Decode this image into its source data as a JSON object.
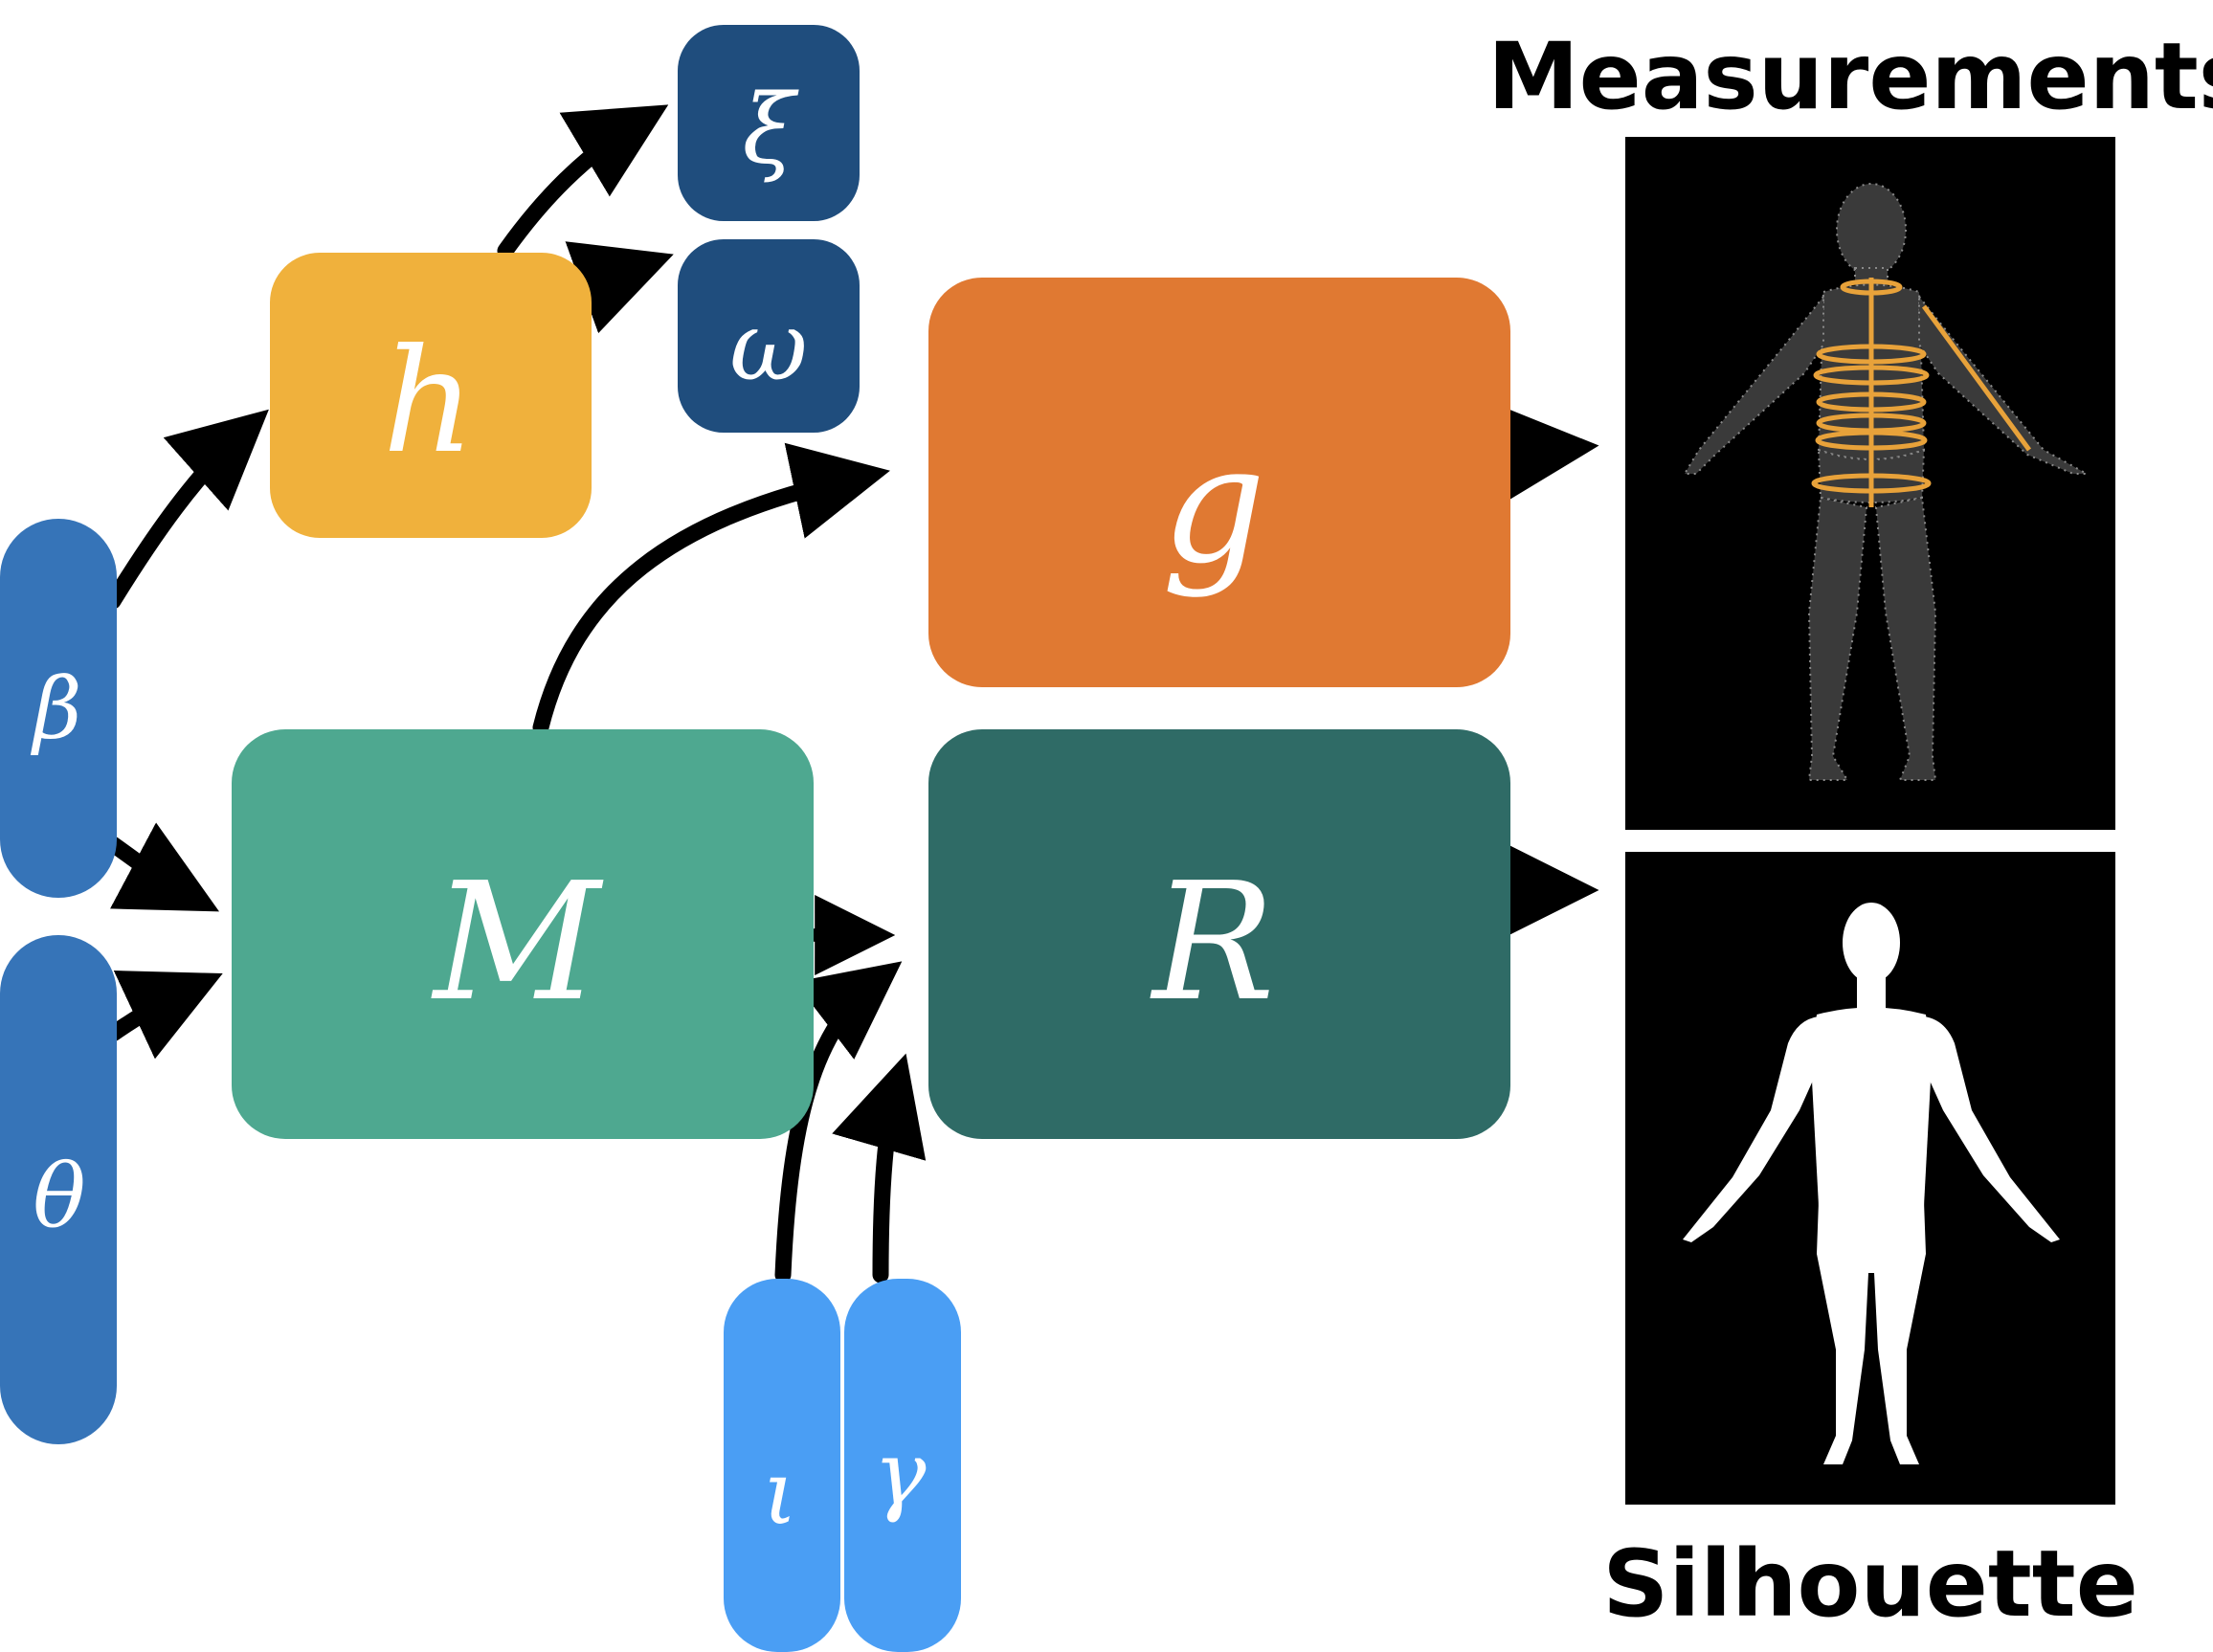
{
  "nodes": {
    "beta": {
      "label": "β",
      "color": "#3674b8"
    },
    "theta": {
      "label": "θ",
      "color": "#3674b8"
    },
    "h": {
      "label": "h",
      "color": "#f0b13c"
    },
    "xi": {
      "label": "ξ",
      "color": "#1f4d7d"
    },
    "omega": {
      "label": "ω",
      "color": "#1f4d7d"
    },
    "g": {
      "label": "g",
      "color": "#e07932"
    },
    "M": {
      "label": "M",
      "color": "#4ea890"
    },
    "R": {
      "label": "R",
      "color": "#2f6b66"
    },
    "iota": {
      "label": "ι",
      "color": "#4a9ef4"
    },
    "gamma": {
      "label": "γ",
      "color": "#4a9ef4"
    }
  },
  "outputs": {
    "measurements": {
      "title": "Measurements",
      "panel_color": "#000000",
      "highlight_color": "#e8a23a"
    },
    "silhouette": {
      "title": "Silhouette",
      "panel_color": "#000000",
      "figure_color": "#ffffff"
    }
  },
  "edges": [
    {
      "from": "beta",
      "to": "h"
    },
    {
      "from": "beta",
      "to": "M"
    },
    {
      "from": "theta",
      "to": "M"
    },
    {
      "from": "h",
      "to": "xi"
    },
    {
      "from": "h",
      "to": "omega"
    },
    {
      "from": "M",
      "to": "g"
    },
    {
      "from": "M",
      "to": "R"
    },
    {
      "from": "iota",
      "to": "R"
    },
    {
      "from": "gamma",
      "to": "R"
    },
    {
      "from": "g",
      "to": "measurements"
    },
    {
      "from": "R",
      "to": "silhouette"
    }
  ]
}
